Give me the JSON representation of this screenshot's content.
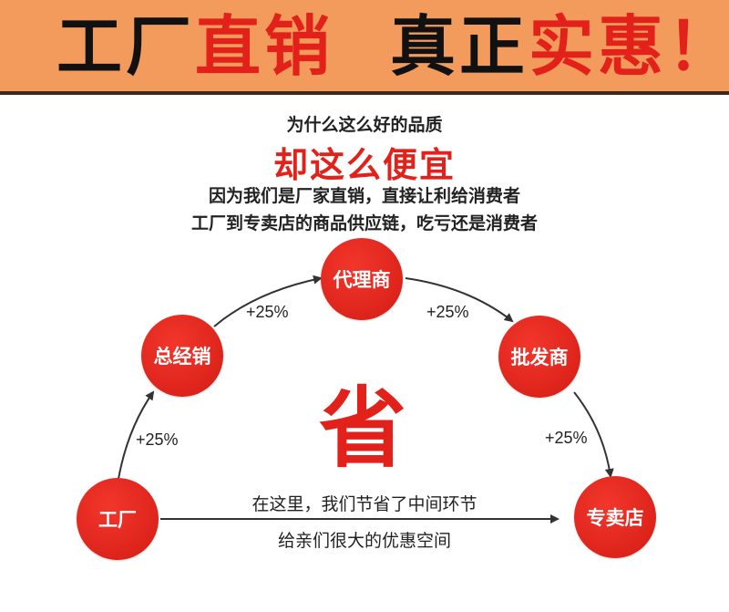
{
  "banner": {
    "part1": "工厂",
    "part2": "直销",
    "part3": "真正",
    "part4": "实惠！"
  },
  "headline": {
    "line1": "为什么这么好的品质",
    "line2": "却这么便宜",
    "line3": "因为我们是厂家直销，直接让利给消费者",
    "line4": "工厂到专卖店的商品供应链，吃亏还是消费者"
  },
  "nodes": {
    "factory": "工厂",
    "general_distributor": "总经销",
    "agent": "代理商",
    "wholesaler": "批发商",
    "store": "专卖店"
  },
  "markups": {
    "a": "+25%",
    "b": "+25%",
    "c": "+25%",
    "d": "+25%"
  },
  "center_char": "省",
  "savings": {
    "line1": "在这里，我们节省了中间环节",
    "line2": "给亲们很大的优惠空间"
  },
  "colors": {
    "accent_red": "#e2221a",
    "banner_orange": "#f29b5c"
  }
}
